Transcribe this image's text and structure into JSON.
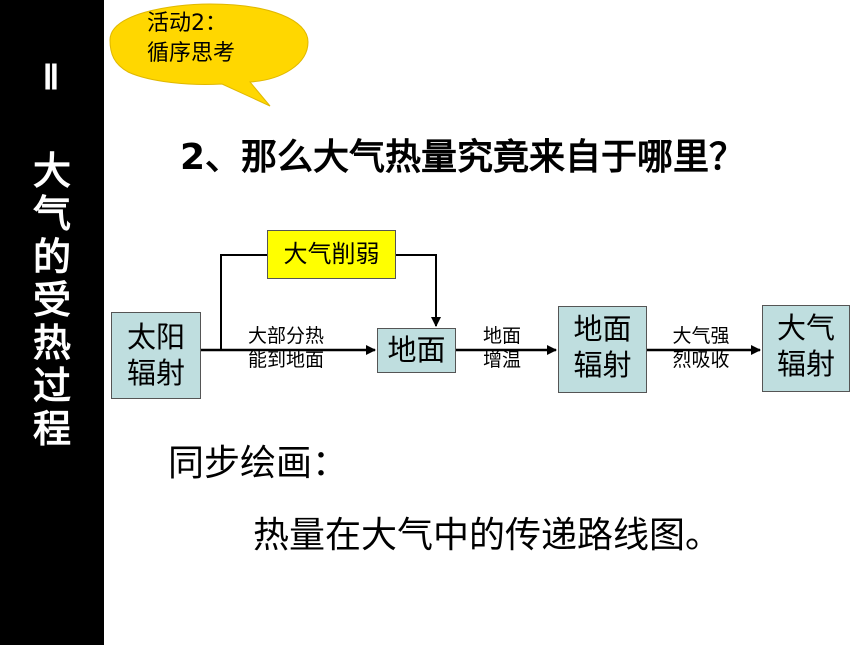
{
  "sidebar": {
    "numeral": "Ⅱ",
    "title": "大气的受热过程"
  },
  "activity_bubble": {
    "text": "活动2：\n循序思考",
    "color": "#ffd700"
  },
  "question": "2、那么大气热量究竟来自于哪里？",
  "diagram": {
    "box_color": "#bfdedf",
    "highlight_color": "#ffff00",
    "nodes": {
      "solar_radiation": "太阳\n辐射",
      "atmosphere_weakening": "大气削弱",
      "ground": "地面",
      "ground_radiation": "地面\n辐射",
      "atmospheric_radiation": "大气\n辐射"
    },
    "edge_labels": {
      "to_ground": "大部分热\n能到地面",
      "ground_warming": "地面\n增温",
      "absorption": "大气强\n烈吸收"
    }
  },
  "sync": {
    "heading": "同步绘画：",
    "text": "热量在大气中的传递路线图。"
  }
}
